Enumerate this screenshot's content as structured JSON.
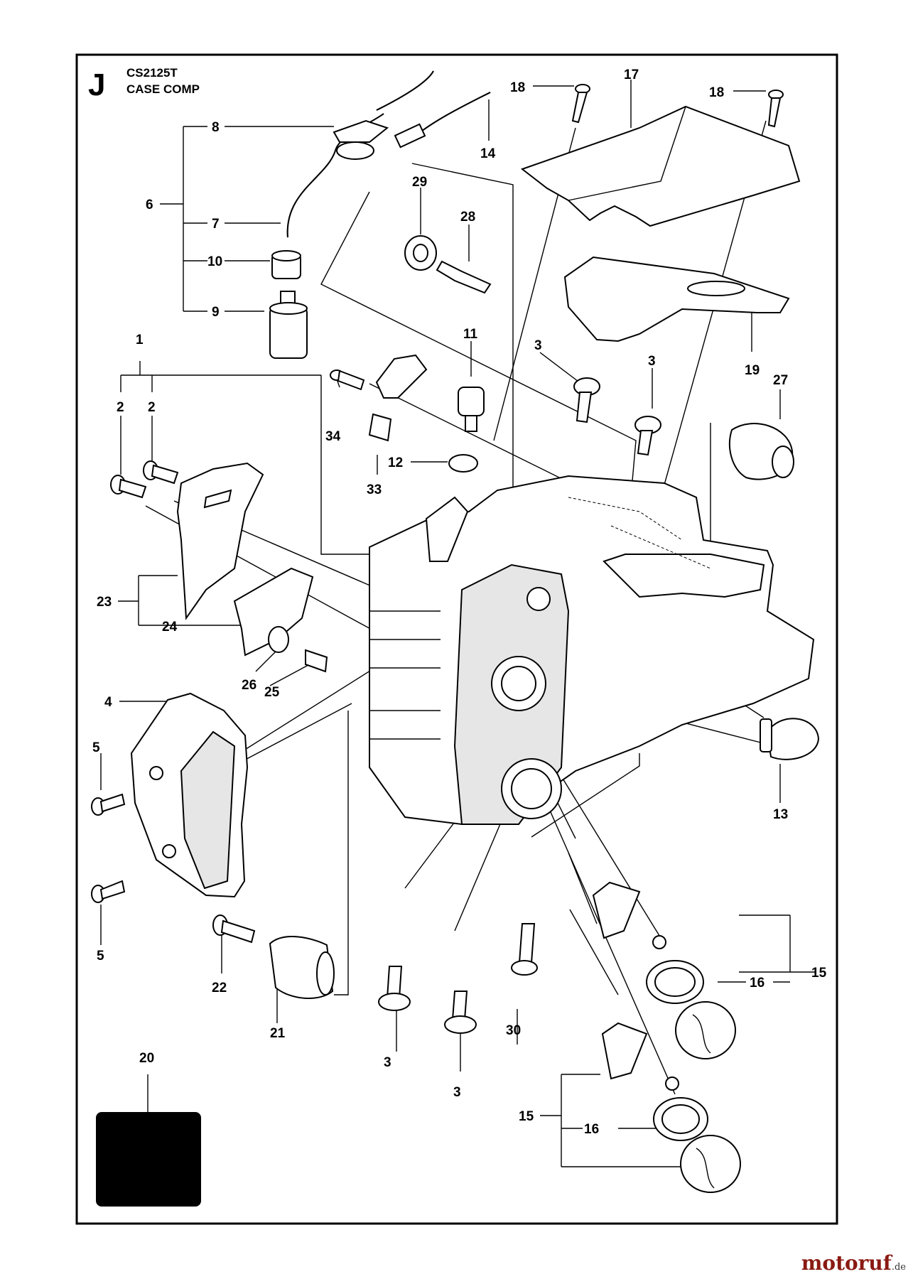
{
  "header": {
    "section_letter": "J",
    "model": "CS2125T",
    "title": "CASE COMP"
  },
  "callouts": {
    "c1": "1",
    "c2a": "2",
    "c2b": "2",
    "c3a": "3",
    "c3b": "3",
    "c3c": "3",
    "c3d": "3",
    "c4": "4",
    "c5a": "5",
    "c5b": "5",
    "c6": "6",
    "c7": "7",
    "c8": "8",
    "c9": "9",
    "c10": "10",
    "c11": "11",
    "c12": "12",
    "c13": "13",
    "c14": "14",
    "c15a": "15",
    "c15b": "15",
    "c16a": "16",
    "c16b": "16",
    "c17": "17",
    "c18a": "18",
    "c18b": "18",
    "c19": "19",
    "c20": "20",
    "c21": "21",
    "c22": "22",
    "c23": "23",
    "c24": "24",
    "c25": "25",
    "c26": "26",
    "c27": "27",
    "c28": "28",
    "c29": "29",
    "c30": "30",
    "c33": "33",
    "c34": "34"
  },
  "watermark": {
    "brand": "motoruf",
    "tld": ".de"
  }
}
